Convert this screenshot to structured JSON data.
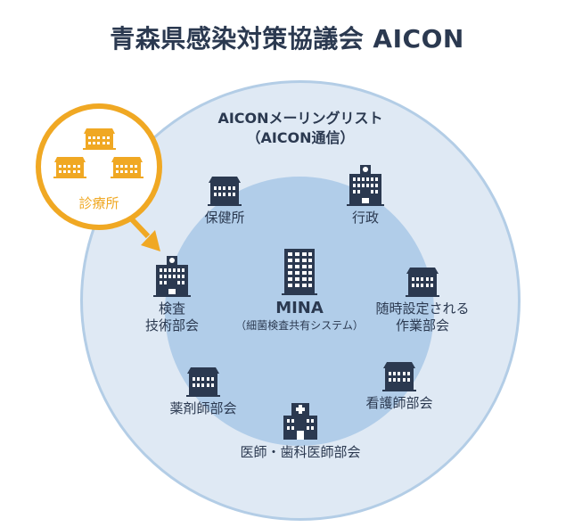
{
  "title": "青森県感染対策協議会 AICON",
  "mailing_list": {
    "line1": "AICONメーリングリスト",
    "line2": "（AICON通信）"
  },
  "clinic": {
    "label": "診療所"
  },
  "nodes": {
    "hokenjo": {
      "label": "保健所"
    },
    "gyosei": {
      "label": "行政"
    },
    "kensa": {
      "line1": "検査",
      "line2": "技術部会"
    },
    "mina": {
      "title": "MINA",
      "sub": "（細菌検査共有システム）"
    },
    "zuiji": {
      "line1": "随時設定される",
      "line2": "作業部会"
    },
    "yakuzai": {
      "label": "薬剤師部会"
    },
    "kango": {
      "label": "看護師部会"
    },
    "ishi": {
      "label": "医師・歯科医師部会"
    }
  },
  "colors": {
    "navy": "#2b3950",
    "outer_circle": "#dfe9f4",
    "inner_circle": "#b1cde9",
    "orange": "#f0a823"
  }
}
